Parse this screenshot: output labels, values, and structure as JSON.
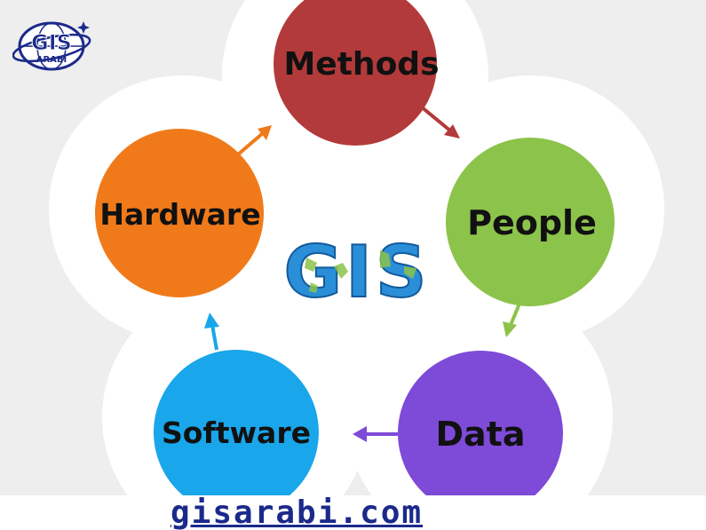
{
  "logo": {
    "text_main": "GIS",
    "text_sub": "ARABI",
    "icon": "globe-logo-icon",
    "color": "#1b2a8a"
  },
  "diagram": {
    "center_text": "GIS",
    "center_color": "#2a8fd8",
    "nodes": [
      {
        "id": "methods",
        "label": "Methods",
        "color": "#b33a3a"
      },
      {
        "id": "people",
        "label": "People",
        "color": "#8cc34a"
      },
      {
        "id": "data",
        "label": "Data",
        "color": "#7e4ad8"
      },
      {
        "id": "software",
        "label": "Software",
        "color": "#19a6ea"
      },
      {
        "id": "hardware",
        "label": "Hardware",
        "color": "#f07a1a"
      }
    ],
    "arrows": [
      {
        "from": "methods",
        "to": "people",
        "color": "#b33a3a"
      },
      {
        "from": "people",
        "to": "data",
        "color": "#8cc34a"
      },
      {
        "from": "data",
        "to": "software",
        "color": "#7e4ad8"
      },
      {
        "from": "software",
        "to": "hardware",
        "color": "#19a6ea"
      },
      {
        "from": "hardware",
        "to": "methods",
        "color": "#f07a1a"
      }
    ]
  },
  "footer": {
    "website": "gisarabi.com"
  }
}
